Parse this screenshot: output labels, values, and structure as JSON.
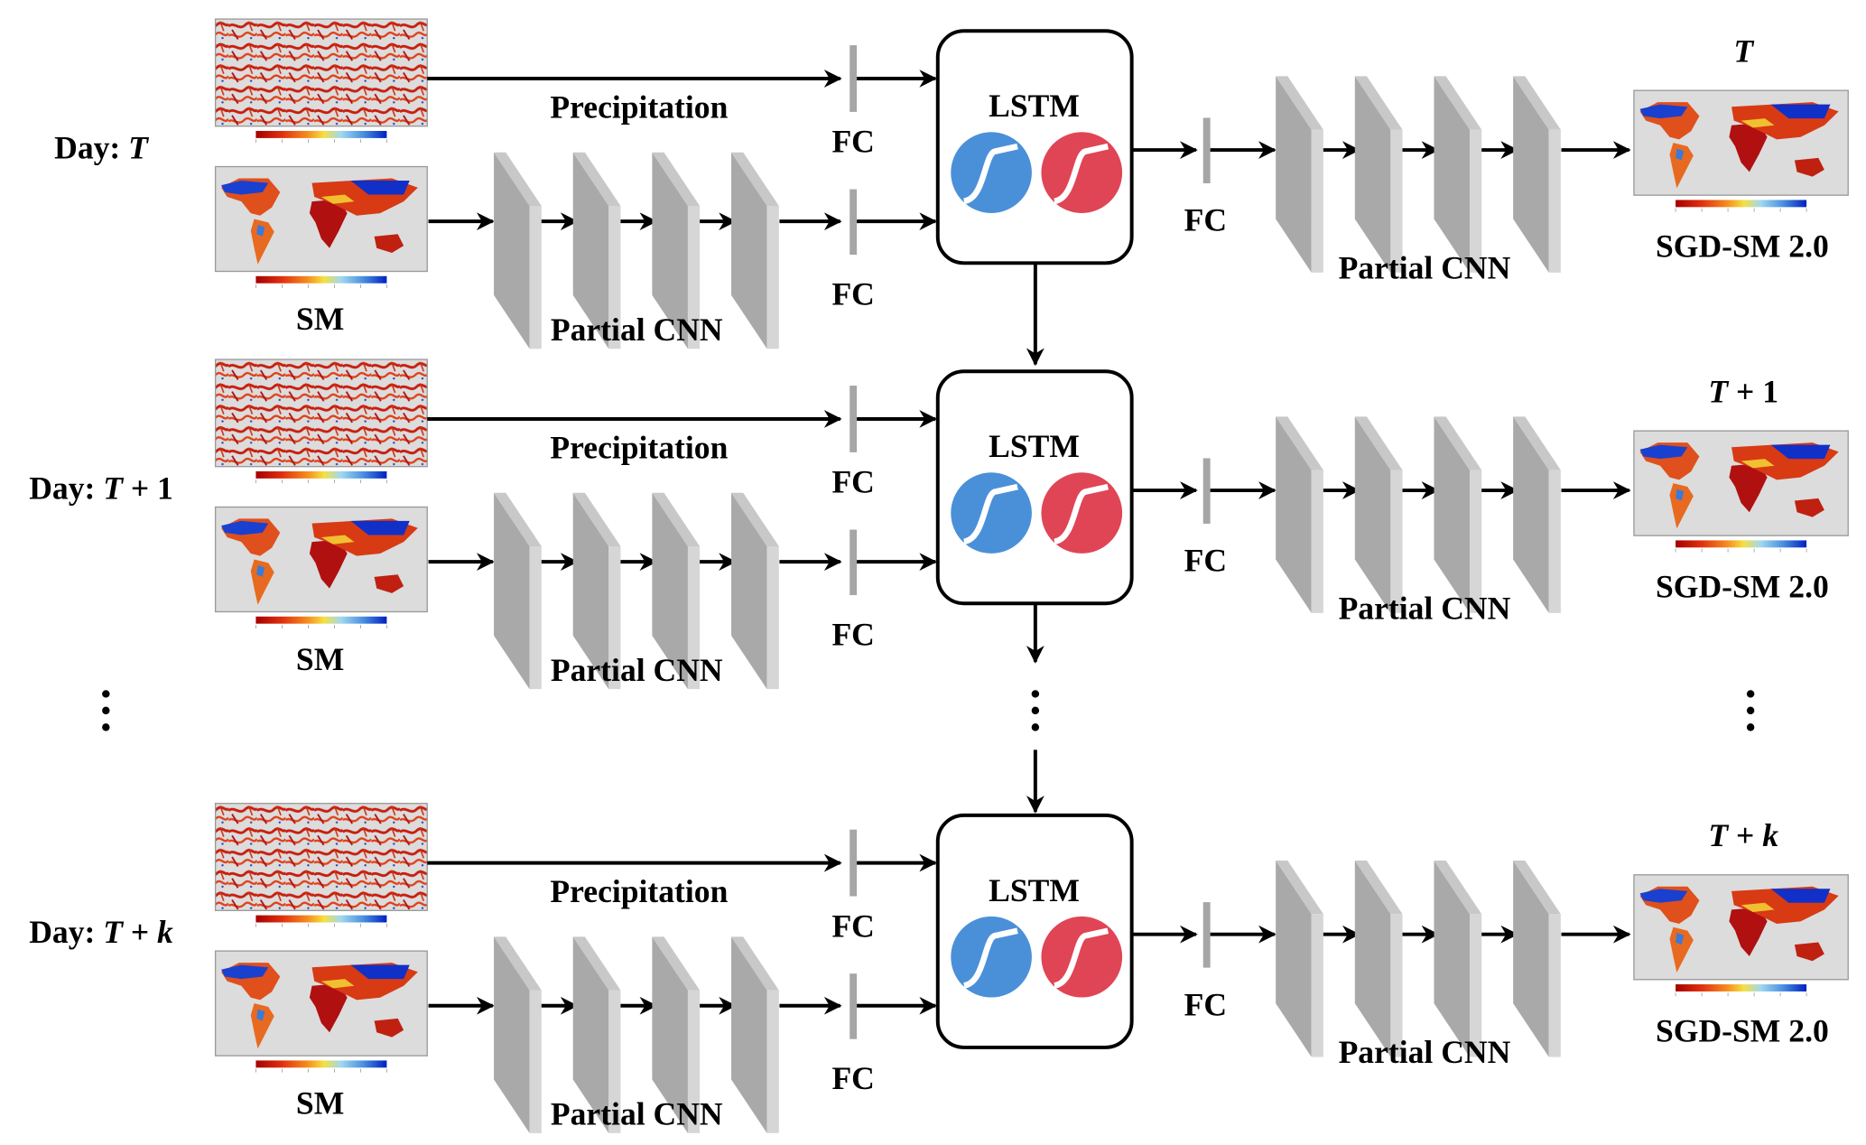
{
  "colors": {
    "arrow": "#000000",
    "fc_bar": "#a6a6a6",
    "cnn_front": "#a9a9a9",
    "cnn_side": "#d6d6d6",
    "cnn_top": "#c8c8c8",
    "map_bg": "#dcdcdc",
    "sigmoid_blue": "#4a90d9",
    "sigmoid_red": "#e04555",
    "lstm_fill": "#ffffff",
    "lstm_stroke": "#000000",
    "colormap": [
      "#a50000",
      "#e03010",
      "#f59020",
      "#f5e040",
      "#a0d8f0",
      "#4a90e0",
      "#0020c0"
    ]
  },
  "labels": {
    "precipitation": "Precipitation",
    "sm": "SM",
    "partial_cnn": "Partial CNN",
    "fc": "FC",
    "lstm": "LSTM",
    "output": "SGD-SM 2.0",
    "day_prefix": "Day: ",
    "ellipsis": "⋮"
  },
  "rows": [
    {
      "day_label": "Day: ",
      "time": "T",
      "time_suffix": "",
      "output_time": "T",
      "output_suffix": ""
    },
    {
      "day_label": "Day: ",
      "time": "T",
      "time_suffix": " + 1",
      "output_time": "T",
      "output_suffix": " + 1"
    },
    {
      "day_label": "Day: ",
      "time": "T",
      "time_suffix": " + k",
      "output_time": "T",
      "output_suffix": " + k"
    }
  ],
  "icons": {
    "input_gate": "sigmoid-icon",
    "forget_gate": "sigmoid-icon"
  }
}
